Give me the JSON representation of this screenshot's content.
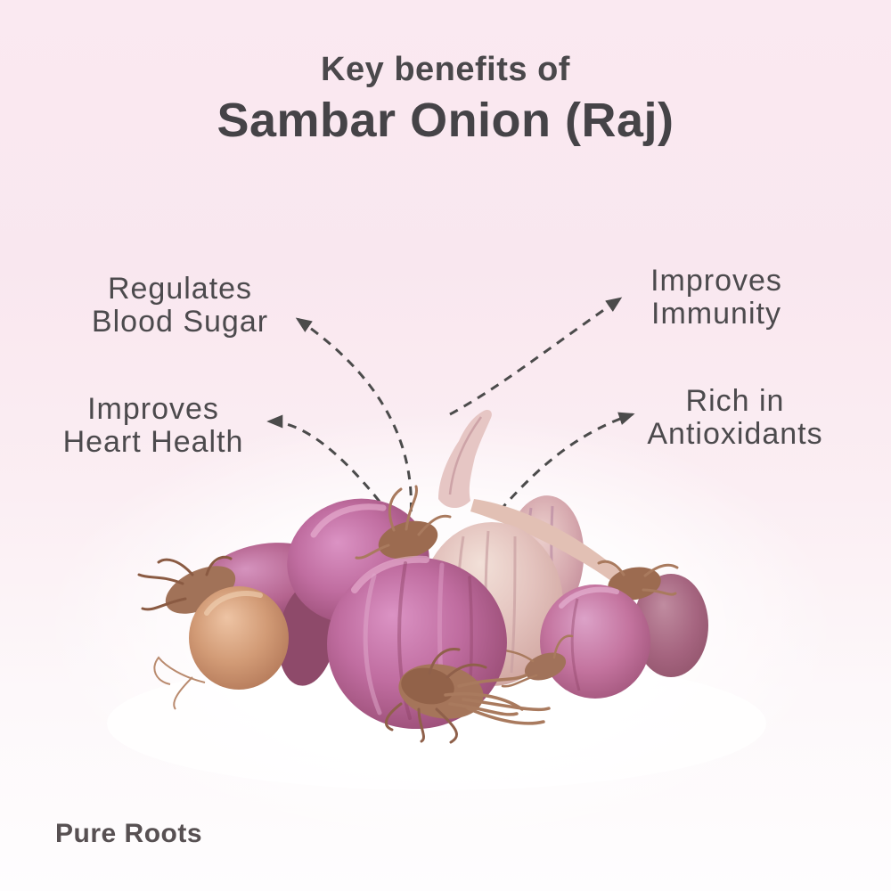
{
  "header": {
    "subtitle": "Key benefits of",
    "title": "Sambar Onion (Raj)"
  },
  "benefits": {
    "blood_sugar": {
      "line1": "Regulates",
      "line2": "Blood Sugar"
    },
    "immunity": {
      "line1": "Improves",
      "line2": "Immunity"
    },
    "heart_health": {
      "line1": "Improves",
      "line2": "Heart Health"
    },
    "antioxidants": {
      "line1": "Rich in",
      "line2": "Antioxidants"
    }
  },
  "footer": {
    "brand": "Pure Roots"
  },
  "illustration": {
    "name": "sambar-onion-pile-photo"
  },
  "colors": {
    "text": "#4a484b",
    "arrow": "#4b4b4b",
    "background_top": "#fae9f1",
    "background_bottom": "#fefdfe",
    "onion_pink": "#b5648f",
    "onion_pale": "#e3c2bd",
    "onion_tan": "#d29b76",
    "roots_brown": "#9c6a50"
  }
}
